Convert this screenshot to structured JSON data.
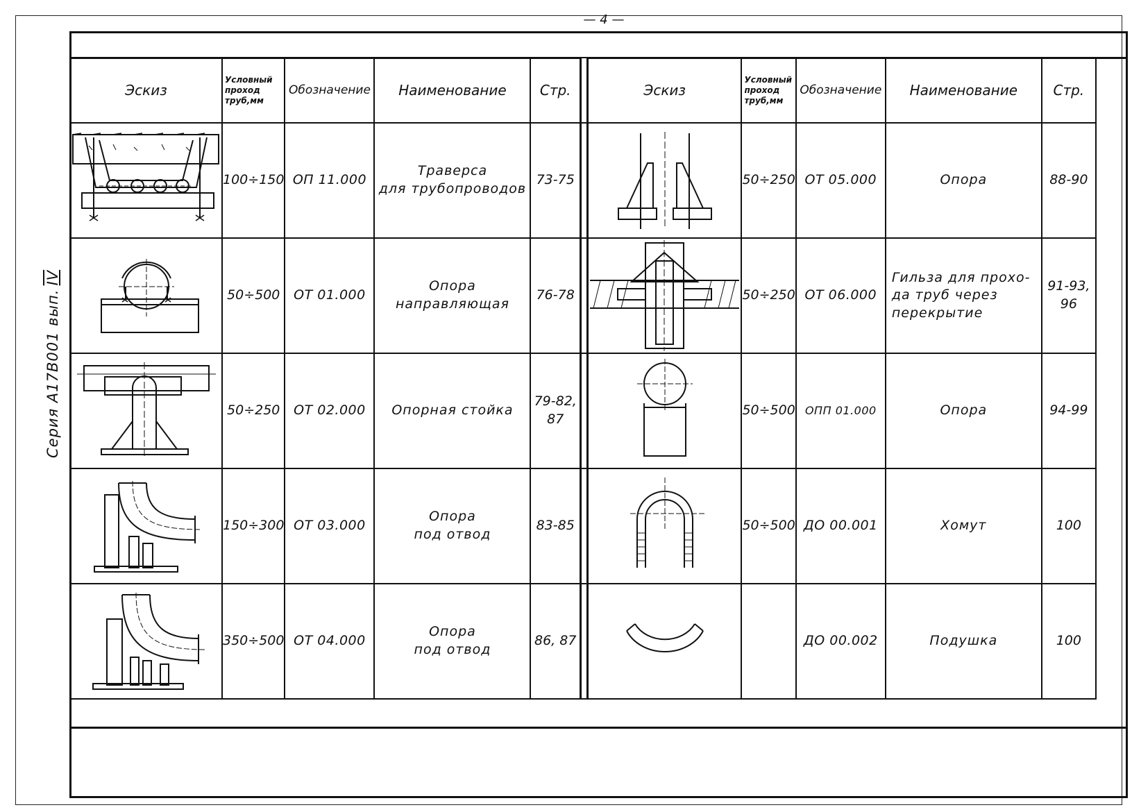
{
  "page_number": "— 4 —",
  "side_label": {
    "text": "Серия А17В001 вып.",
    "roman": "IV"
  },
  "headers": {
    "sketch": "Эскиз",
    "dn_lines": [
      "Условный",
      "проход",
      "труб,мм"
    ],
    "code": "Обозначение",
    "name": "Наименование",
    "page": "Стр."
  },
  "left_rows": [
    {
      "dn": "100÷150",
      "code": "ОП 11.000",
      "name_lines": [
        "Траверса",
        "для трубопроводов"
      ],
      "page_lines": [
        "73-75"
      ],
      "sketch_icon": "traverse-sketch"
    },
    {
      "dn": "50÷500",
      "code": "ОТ 01.000",
      "name_lines": [
        "Опора",
        "направляющая"
      ],
      "page_lines": [
        "76-78"
      ],
      "sketch_icon": "guide-support-sketch"
    },
    {
      "dn": "50÷250",
      "code": "ОТ 02.000",
      "name_lines": [
        "Опорная стойка"
      ],
      "page_lines": [
        "79-82,",
        "87"
      ],
      "sketch_icon": "support-post-sketch"
    },
    {
      "dn": "150÷300",
      "code": "ОТ 03.000",
      "name_lines": [
        "Опора",
        "под отвод"
      ],
      "page_lines": [
        "83-85"
      ],
      "sketch_icon": "elbow-support-sketch"
    },
    {
      "dn": "350÷500",
      "code": "ОТ 04.000",
      "name_lines": [
        "Опора",
        "под отвод"
      ],
      "page_lines": [
        "86, 87"
      ],
      "sketch_icon": "elbow-support-large-sketch"
    }
  ],
  "right_rows": [
    {
      "dn": "50÷250",
      "code": "ОТ 05.000",
      "name_lines": [
        "Опора"
      ],
      "page_lines": [
        "88-90"
      ],
      "sketch_icon": "support-ribs-sketch"
    },
    {
      "dn": "50÷250",
      "code": "ОТ 06.000",
      "name_lines": [
        "Гильза для прохо-",
        "да труб через",
        "перекрытие"
      ],
      "page_lines": [
        "91-93,",
        "96"
      ],
      "sketch_icon": "sleeve-sketch"
    },
    {
      "dn": "50÷500",
      "code": "ОПП 01.000",
      "name_lines": [
        "Опора"
      ],
      "page_lines": [
        "94-99"
      ],
      "sketch_icon": "pipe-support-sketch"
    },
    {
      "dn": "50÷500",
      "code": "ДО 00.001",
      "name_lines": [
        "Хомут"
      ],
      "page_lines": [
        "100"
      ],
      "sketch_icon": "u-clamp-sketch"
    },
    {
      "dn": "",
      "code": "ДО 00.002",
      "name_lines": [
        "Подушка"
      ],
      "page_lines": [
        "100"
      ],
      "sketch_icon": "pad-sketch"
    }
  ]
}
